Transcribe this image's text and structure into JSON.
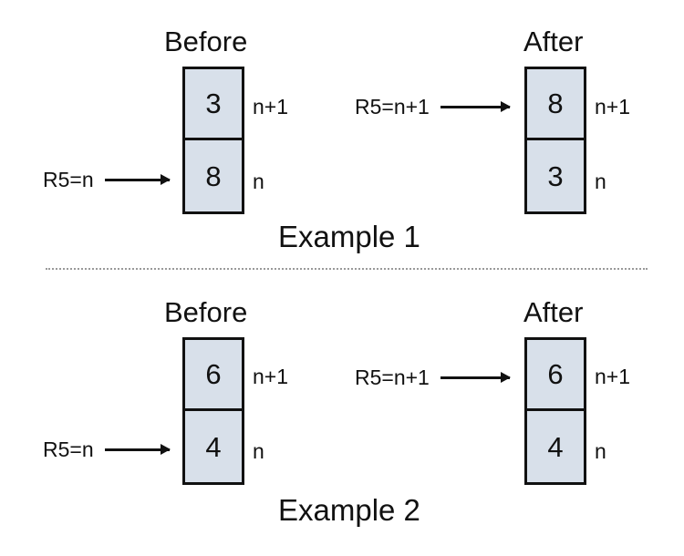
{
  "diagram": {
    "separator": {
      "name": "dotted-divider"
    },
    "examples": [
      {
        "caption": "Example 1",
        "before": {
          "heading": "Before",
          "cells": [
            {
              "value": "3",
              "index_label": "n+1"
            },
            {
              "value": "8",
              "index_label": "n"
            }
          ],
          "pointer": {
            "label": "R5=n",
            "target": "n"
          }
        },
        "after": {
          "heading": "After",
          "cells": [
            {
              "value": "8",
              "index_label": "n+1"
            },
            {
              "value": "3",
              "index_label": "n"
            }
          ],
          "pointer": {
            "label": "R5=n+1",
            "target": "n+1"
          }
        }
      },
      {
        "caption": "Example 2",
        "before": {
          "heading": "Before",
          "cells": [
            {
              "value": "6",
              "index_label": "n+1"
            },
            {
              "value": "4",
              "index_label": "n"
            }
          ],
          "pointer": {
            "label": "R5=n",
            "target": "n"
          }
        },
        "after": {
          "heading": "After",
          "cells": [
            {
              "value": "6",
              "index_label": "n+1"
            },
            {
              "value": "4",
              "index_label": "n"
            }
          ],
          "pointer": {
            "label": "R5=n+1",
            "target": "n+1"
          }
        }
      }
    ]
  },
  "colors": {
    "cell_fill": "#d8e0ea",
    "stroke": "#111111",
    "background": "#ffffff",
    "separator": "#9a9a9a"
  }
}
